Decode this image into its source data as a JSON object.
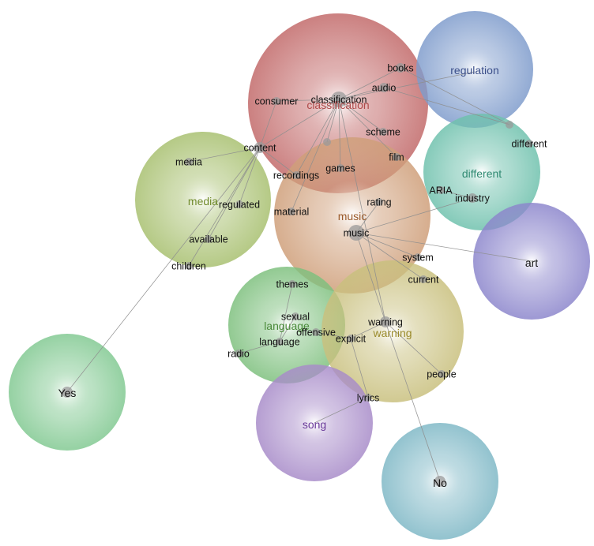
{
  "diagram": {
    "clusters": [
      {
        "id": "classification",
        "label": "classification",
        "color": "#c26a6a",
        "label_color": "#b04a4a"
      },
      {
        "id": "regulation",
        "label": "regulation",
        "color": "#7f9ccc",
        "label_color": "#3b4f8a"
      },
      {
        "id": "different",
        "label": "different",
        "color": "#6fc1ad",
        "label_color": "#2f8a72"
      },
      {
        "id": "media",
        "label": "media",
        "color": "#a8c070",
        "label_color": "#6f8a2a"
      },
      {
        "id": "music",
        "label": "music",
        "color": "#cf9f7a",
        "label_color": "#9a5a2a"
      },
      {
        "id": "art",
        "label": "art",
        "color": "#8c86cc",
        "label_color": "#111111"
      },
      {
        "id": "language",
        "label": "language",
        "color": "#7ec07e",
        "label_color": "#4a8a3a"
      },
      {
        "id": "warning",
        "label": "warning",
        "color": "#c9c07e",
        "label_color": "#9a8a2a"
      },
      {
        "id": "yes",
        "label": "Yes",
        "color": "#82c992",
        "label_color": "#111111"
      },
      {
        "id": "song",
        "label": "song",
        "color": "#a88cc9",
        "label_color": "#6a3a9a"
      },
      {
        "id": "no",
        "label": "No",
        "color": "#7fb8c6",
        "label_color": "#111111"
      }
    ],
    "terms": [
      {
        "id": "books",
        "label": "books"
      },
      {
        "id": "audio",
        "label": "audio"
      },
      {
        "id": "consumer",
        "label": "consumer"
      },
      {
        "id": "classification_t",
        "label": "classification"
      },
      {
        "id": "scheme",
        "label": "scheme"
      },
      {
        "id": "content",
        "label": "content"
      },
      {
        "id": "media_t",
        "label": "media"
      },
      {
        "id": "film",
        "label": "film"
      },
      {
        "id": "recordings",
        "label": "recordings"
      },
      {
        "id": "games",
        "label": "games"
      },
      {
        "id": "regulated",
        "label": "regulated"
      },
      {
        "id": "rating",
        "label": "rating"
      },
      {
        "id": "material",
        "label": "material"
      },
      {
        "id": "available",
        "label": "available"
      },
      {
        "id": "music_t",
        "label": "music"
      },
      {
        "id": "children",
        "label": "children"
      },
      {
        "id": "system",
        "label": "system"
      },
      {
        "id": "current",
        "label": "current"
      },
      {
        "id": "themes",
        "label": "themes"
      },
      {
        "id": "sexual",
        "label": "sexual"
      },
      {
        "id": "warning_t",
        "label": "warning"
      },
      {
        "id": "offensive",
        "label": "offensive"
      },
      {
        "id": "explicit",
        "label": "explicit"
      },
      {
        "id": "language_t",
        "label": "language"
      },
      {
        "id": "radio",
        "label": "radio"
      },
      {
        "id": "people",
        "label": "people"
      },
      {
        "id": "lyrics",
        "label": "lyrics"
      },
      {
        "id": "different_t",
        "label": "different"
      },
      {
        "id": "aria",
        "label": "ARIA"
      },
      {
        "id": "industry",
        "label": "industry"
      }
    ],
    "edges": [
      [
        "classification_t",
        "consumer"
      ],
      [
        "classification_t",
        "content"
      ],
      [
        "classification_t",
        "audio"
      ],
      [
        "classification_t",
        "books"
      ],
      [
        "classification_t",
        "scheme"
      ],
      [
        "classification_t",
        "film"
      ],
      [
        "classification_t",
        "games"
      ],
      [
        "classification_t",
        "recordings"
      ],
      [
        "classification_t",
        "material"
      ],
      [
        "classification_t",
        "dot_a"
      ],
      [
        "classification_t",
        "warning_t"
      ],
      [
        "classification_t",
        "reg_c"
      ],
      [
        "books",
        "diff_n"
      ],
      [
        "audio",
        "diff_n"
      ],
      [
        "content",
        "media_t"
      ],
      [
        "content",
        "consumer"
      ],
      [
        "content",
        "recordings"
      ],
      [
        "content",
        "regulated"
      ],
      [
        "content",
        "available"
      ],
      [
        "content",
        "children"
      ],
      [
        "content",
        "yes_c"
      ],
      [
        "music_t",
        "system"
      ],
      [
        "music_t",
        "art_c"
      ],
      [
        "music_t",
        "industry"
      ],
      [
        "music_t",
        "rating"
      ],
      [
        "music_t",
        "warning_t"
      ],
      [
        "music_t",
        "current"
      ],
      [
        "aria",
        "industry"
      ],
      [
        "warning_t",
        "explicit"
      ],
      [
        "warning_t",
        "no_c"
      ],
      [
        "warning_t",
        "people"
      ],
      [
        "explicit",
        "lyrics"
      ],
      [
        "explicit",
        "offensive"
      ],
      [
        "lyrics",
        "song_c"
      ],
      [
        "language_t",
        "themes"
      ],
      [
        "language_t",
        "sexual"
      ],
      [
        "language_t",
        "radio"
      ]
    ]
  }
}
